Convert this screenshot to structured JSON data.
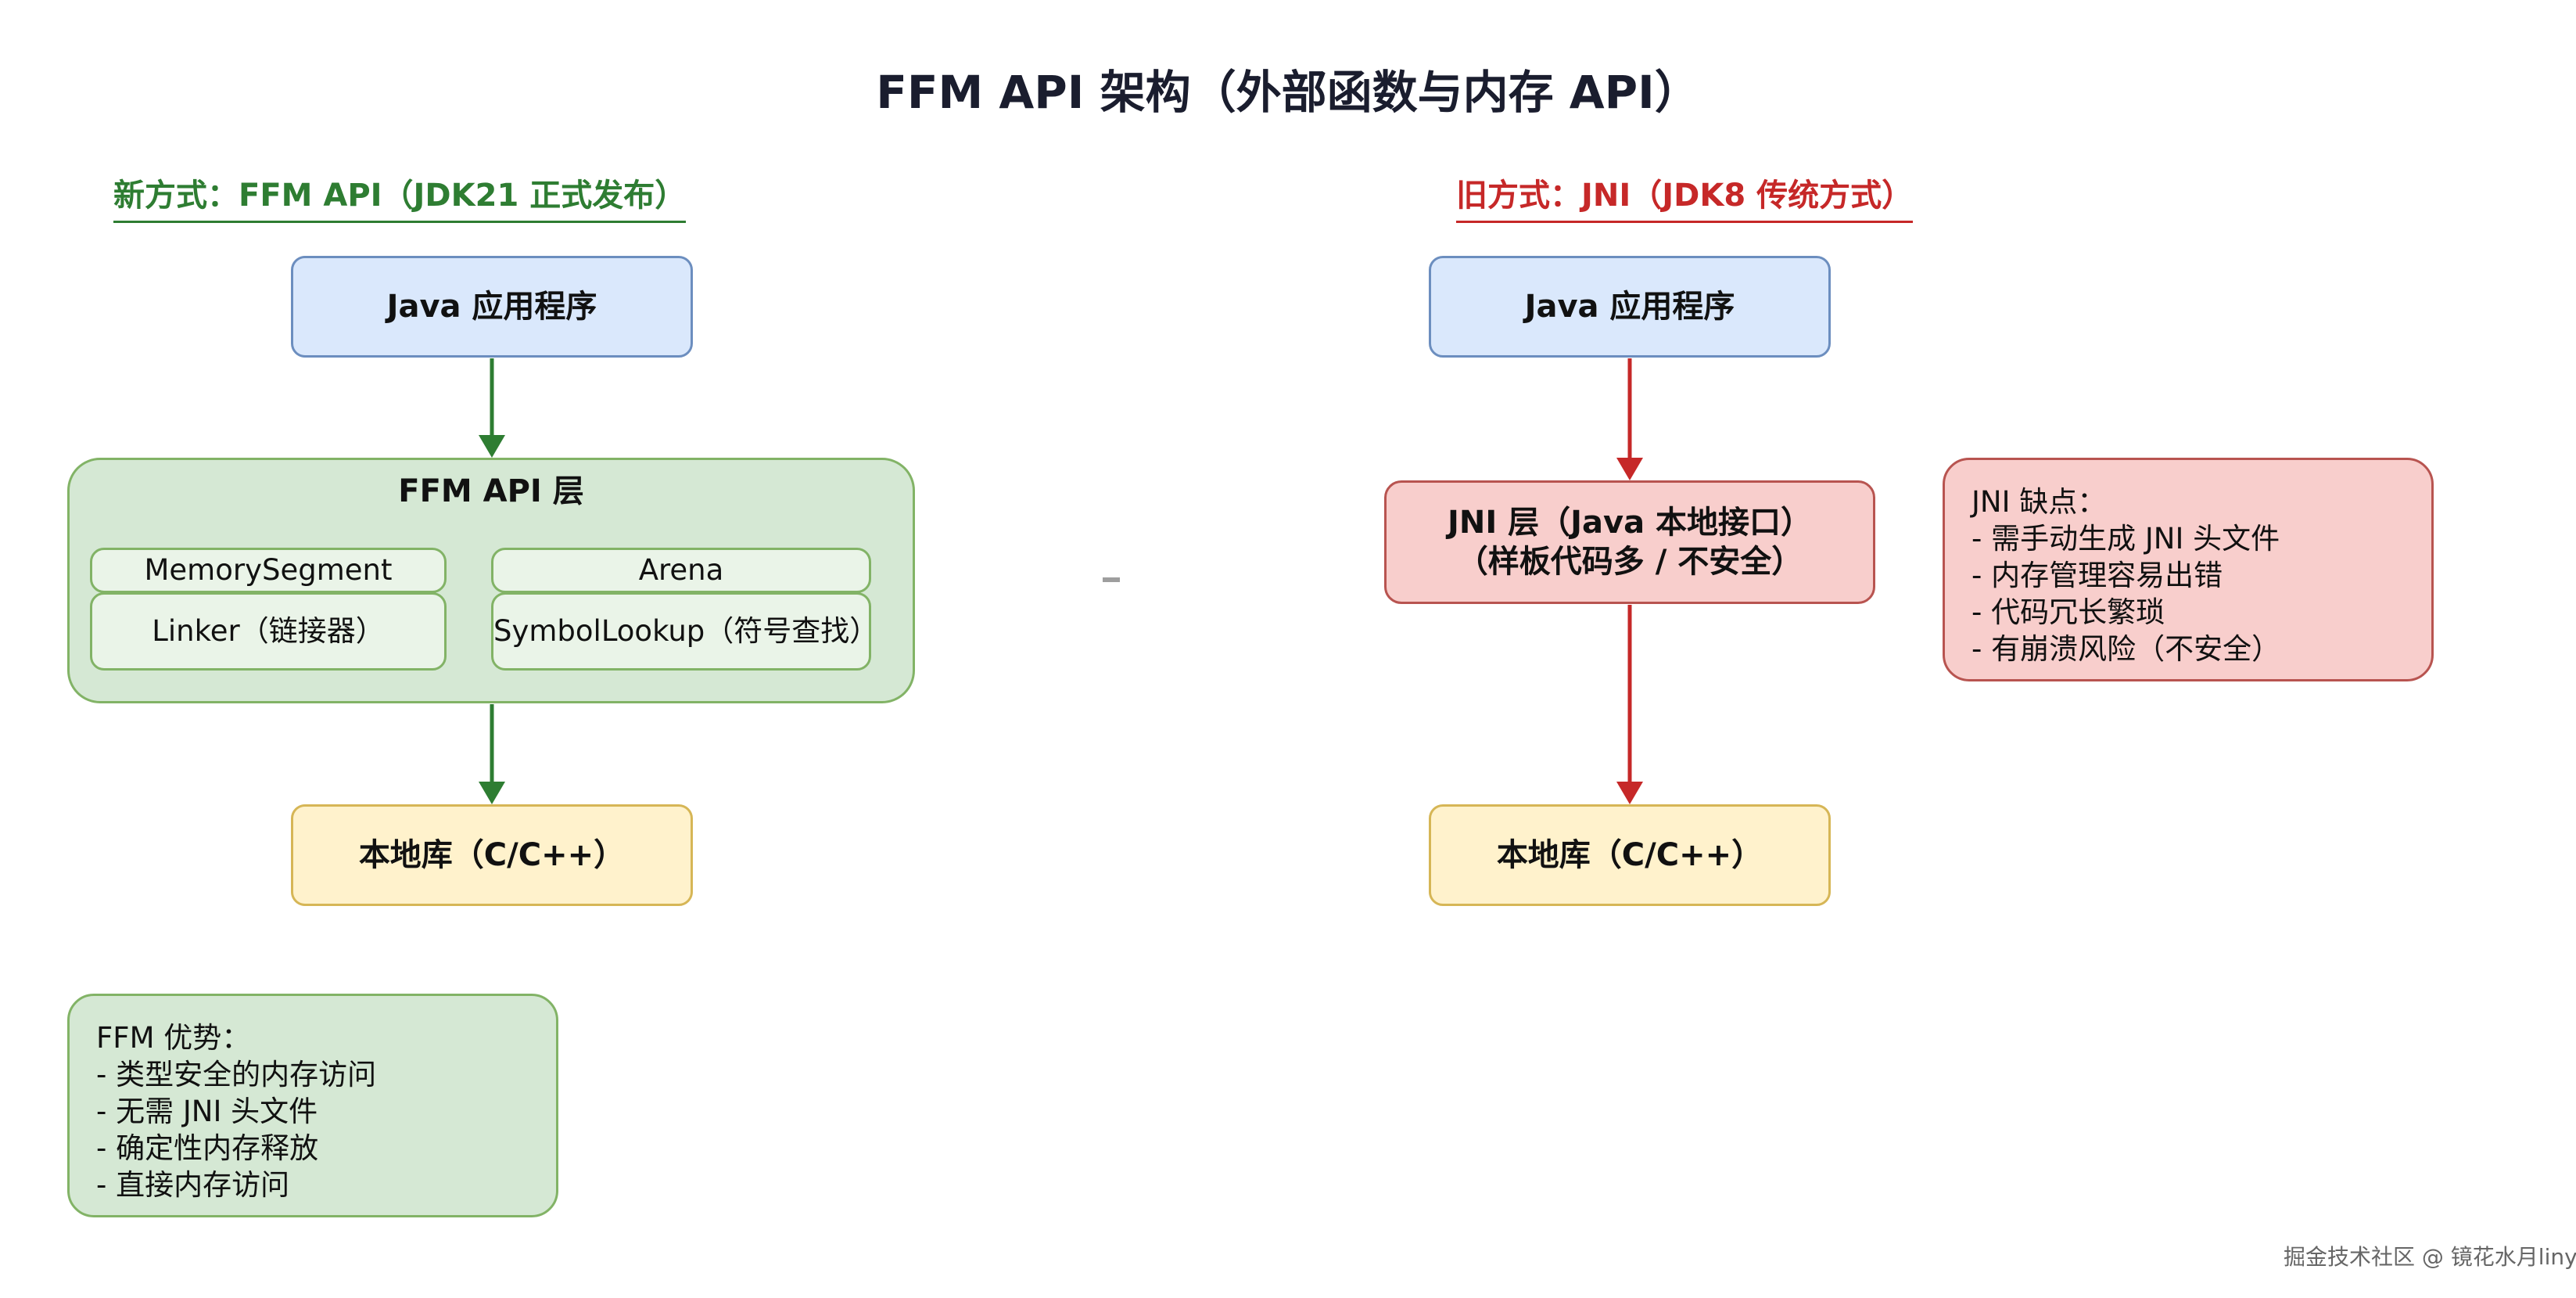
{
  "title": "FFM API 架构（外部函数与内存 API）",
  "new_section": {
    "heading": "新方式：FFM API（JDK21 正式发布）",
    "java_app": "Java 应用程序",
    "ffm_layer": {
      "title": "FFM API 层",
      "memory_segment": "MemorySegment",
      "arena": "Arena",
      "linker": "Linker（链接器）",
      "symbol_lookup": "SymbolLookup（符号查找）"
    },
    "native_lib": "本地库（C/C++）",
    "advantages": {
      "title": "FFM 优势：",
      "items": [
        "- 类型安全的内存访问",
        "- 无需 JNI 头文件",
        "- 确定性内存释放",
        "- 直接内存访问"
      ]
    },
    "accent_color": "#2e7d32"
  },
  "old_section": {
    "heading": "旧方式：JNI（JDK8 传统方式）",
    "java_app": "Java 应用程序",
    "jni_layer": {
      "line1": "JNI 层（Java 本地接口）",
      "line2": "（样板代码多 / 不安全）"
    },
    "native_lib": "本地库（C/C++）",
    "disadvantages": {
      "title": "JNI 缺点：",
      "items": [
        "- 需手动生成 JNI 头文件",
        "- 内存管理容易出错",
        "- 代码冗长繁琐",
        "- 有崩溃风险（不安全）"
      ]
    },
    "accent_color": "#c62828"
  },
  "watermark": "掘金技术社区 @ 镜花水月linyi"
}
